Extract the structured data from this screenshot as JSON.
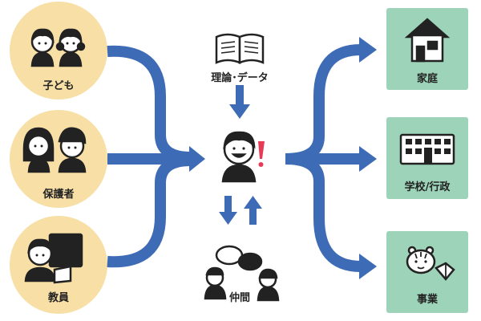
{
  "diagram": {
    "left_nodes": [
      {
        "id": "children",
        "label": "子ども"
      },
      {
        "id": "guardians",
        "label": "保護者"
      },
      {
        "id": "teachers",
        "label": "教員"
      }
    ],
    "center_nodes": {
      "theory": {
        "label": "理論･データ"
      },
      "self": {
        "label": ""
      },
      "peers": {
        "label": "仲間"
      }
    },
    "right_nodes": [
      {
        "id": "home",
        "label": "家庭"
      },
      {
        "id": "school_gov",
        "label": "学校/行政"
      },
      {
        "id": "business",
        "label": "事業"
      }
    ],
    "colors": {
      "arrow": "#3e6bb5",
      "left_circle": "#f7dfa6",
      "right_box": "#9dd4b9",
      "exclaim": "#e83a57",
      "ink": "#222222"
    }
  }
}
